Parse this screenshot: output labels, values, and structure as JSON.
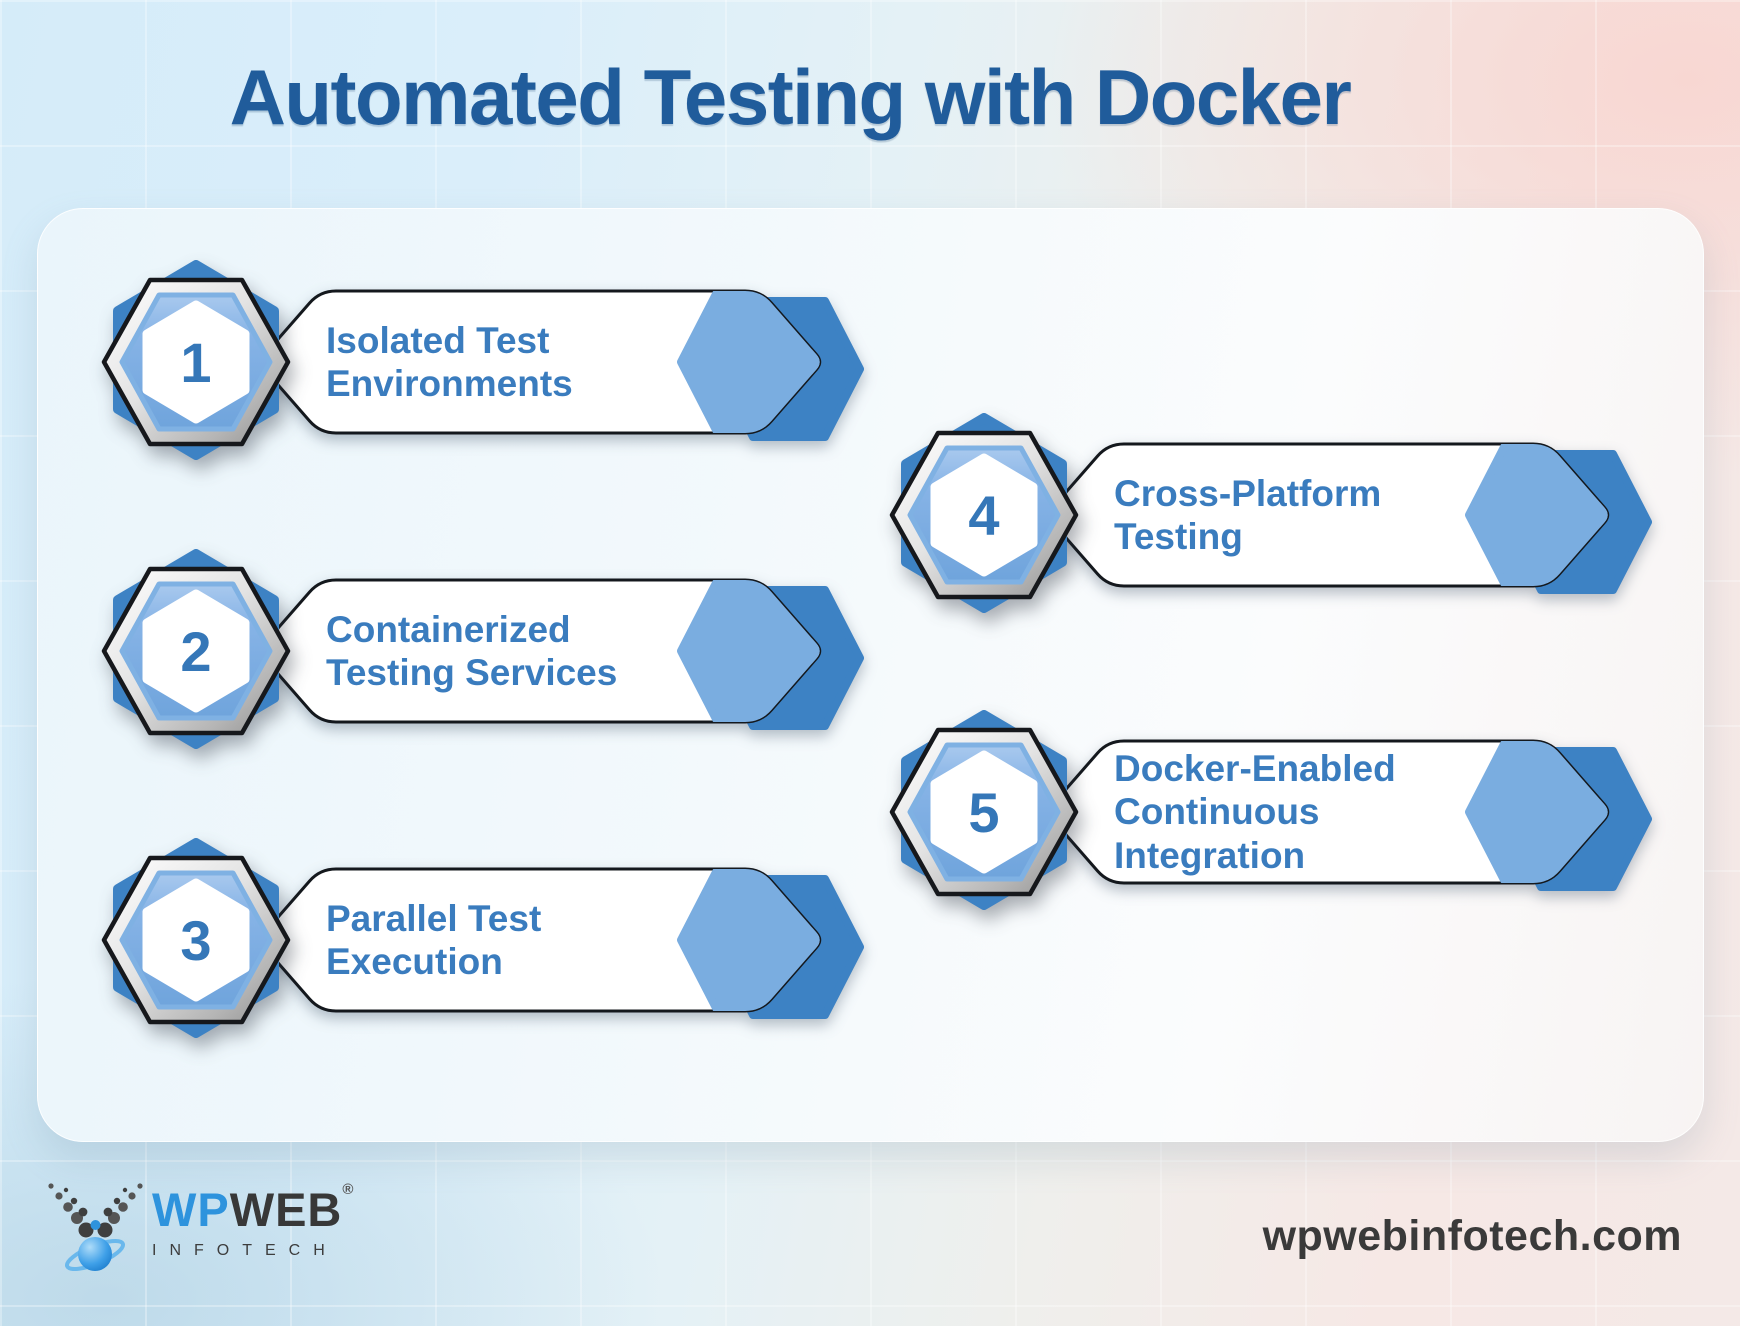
{
  "title": "Automated Testing with Docker",
  "items": [
    {
      "number": "1",
      "label": "Isolated Test Environments"
    },
    {
      "number": "2",
      "label": "Containerized Testing Services"
    },
    {
      "number": "3",
      "label": "Parallel Test Execution"
    },
    {
      "number": "4",
      "label": "Cross-Platform Testing"
    },
    {
      "number": "5",
      "label": "Docker-Enabled Continuous Integration"
    }
  ],
  "footer": {
    "brand_wp": "WP",
    "brand_web": "WEB",
    "registered": "®",
    "brand_sub": "INFOTECH",
    "website": "wpwebinfotech.com"
  },
  "colors": {
    "title": "#205c9b",
    "label_blue": "#3a7cbe",
    "hex_light_blue": "#7aade0",
    "hex_dark_blue": "#3d82c4",
    "badge_blue": "#7fb1e3",
    "pill_border": "#14181d",
    "website_text": "#3a3a3a",
    "brand_blue": "#2e93dd",
    "brand_dark": "#383838"
  }
}
